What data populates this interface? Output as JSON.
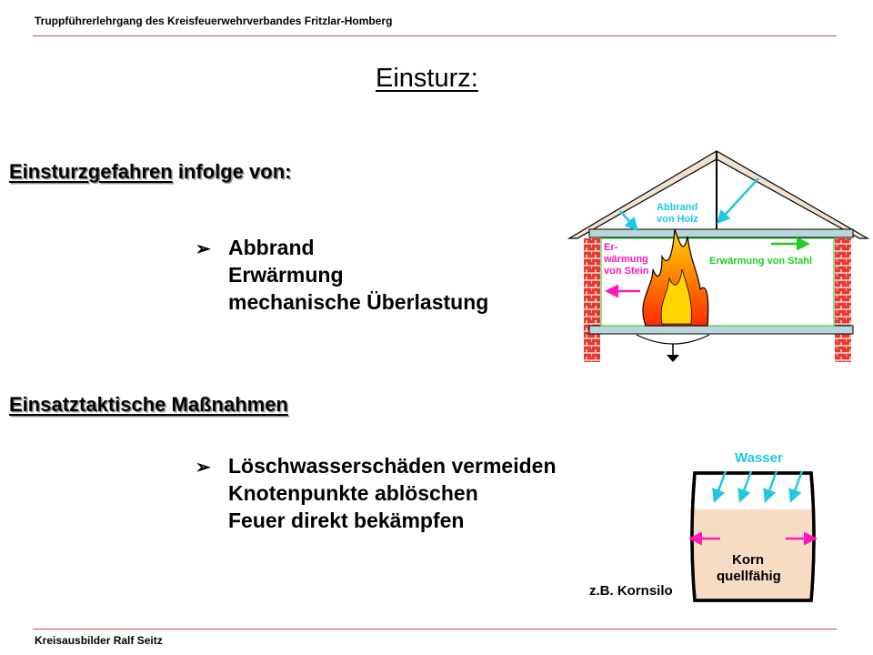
{
  "header": {
    "text": "Truppführerlehrgang des Kreisfeuerwehrverbandes Fritzlar-Homberg"
  },
  "footer": {
    "text": "Kreisausbilder Ralf Seitz"
  },
  "title": "Einsturz:",
  "section1": {
    "heading_underlined": "Einsturzgefahren",
    "heading_rest": " infolge von:",
    "items": [
      "Abbrand",
      "Erwärmung",
      "mechanische Überlastung"
    ]
  },
  "section2": {
    "heading": "Einsatztaktische Maßnahmen",
    "items": [
      "Löschwasserschäden vermeiden",
      "Knotenpunkte ablöschen",
      "Feuer direkt bekämpfen"
    ]
  },
  "diagram1": {
    "label_abbrand_1": "Abbrand",
    "label_abbrand_2": "von Holz",
    "label_er_1": "Er-",
    "label_er_2": "wärmung",
    "label_er_3": "von Stein",
    "label_stahl": "Erwärmung von Stahl"
  },
  "diagram2": {
    "label_wasser": "Wasser",
    "label_korn_1": "Korn",
    "label_korn_2": "quellfähig",
    "caption": "z.B. Kornsilo"
  },
  "colors": {
    "rule": "#c0504d",
    "brick": "#e8392e",
    "cyan": "#1fc8e0",
    "magenta": "#ff18b8",
    "green": "#22cc22",
    "beam": "#b9d6da",
    "korn": "#f6dcc2"
  },
  "icons": [
    "bullet-arrow-icon"
  ]
}
